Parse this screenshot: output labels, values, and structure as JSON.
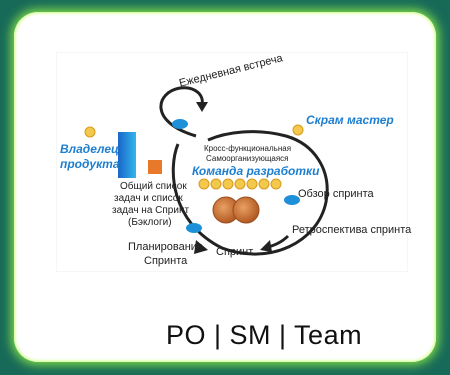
{
  "slide": {
    "caption": "PO | SM | Team"
  },
  "diagram": {
    "daily": "Ежедневная встреча",
    "scrum_master": "Скрам мастер",
    "product_owner_1": "Владелец",
    "product_owner_2": "продукта",
    "cross_functional": "Кросс-функциональная",
    "self_organizing": "Самоорганизующаяся",
    "dev_team": "Команда разработки",
    "backlog": [
      "Общий список",
      "задач и список",
      "задач на Спринт",
      "(Бэклоги)"
    ],
    "sprint_review": "Обзор спринта",
    "retrospective": "Ретроспектива спринта",
    "planning": [
      "Планирование",
      "Спринта"
    ],
    "sprint": "Спринт",
    "colors": {
      "blue": "#1e90d8",
      "orange": "#e8782a",
      "smiley": "#f2c94c",
      "dark": "#222222"
    }
  }
}
